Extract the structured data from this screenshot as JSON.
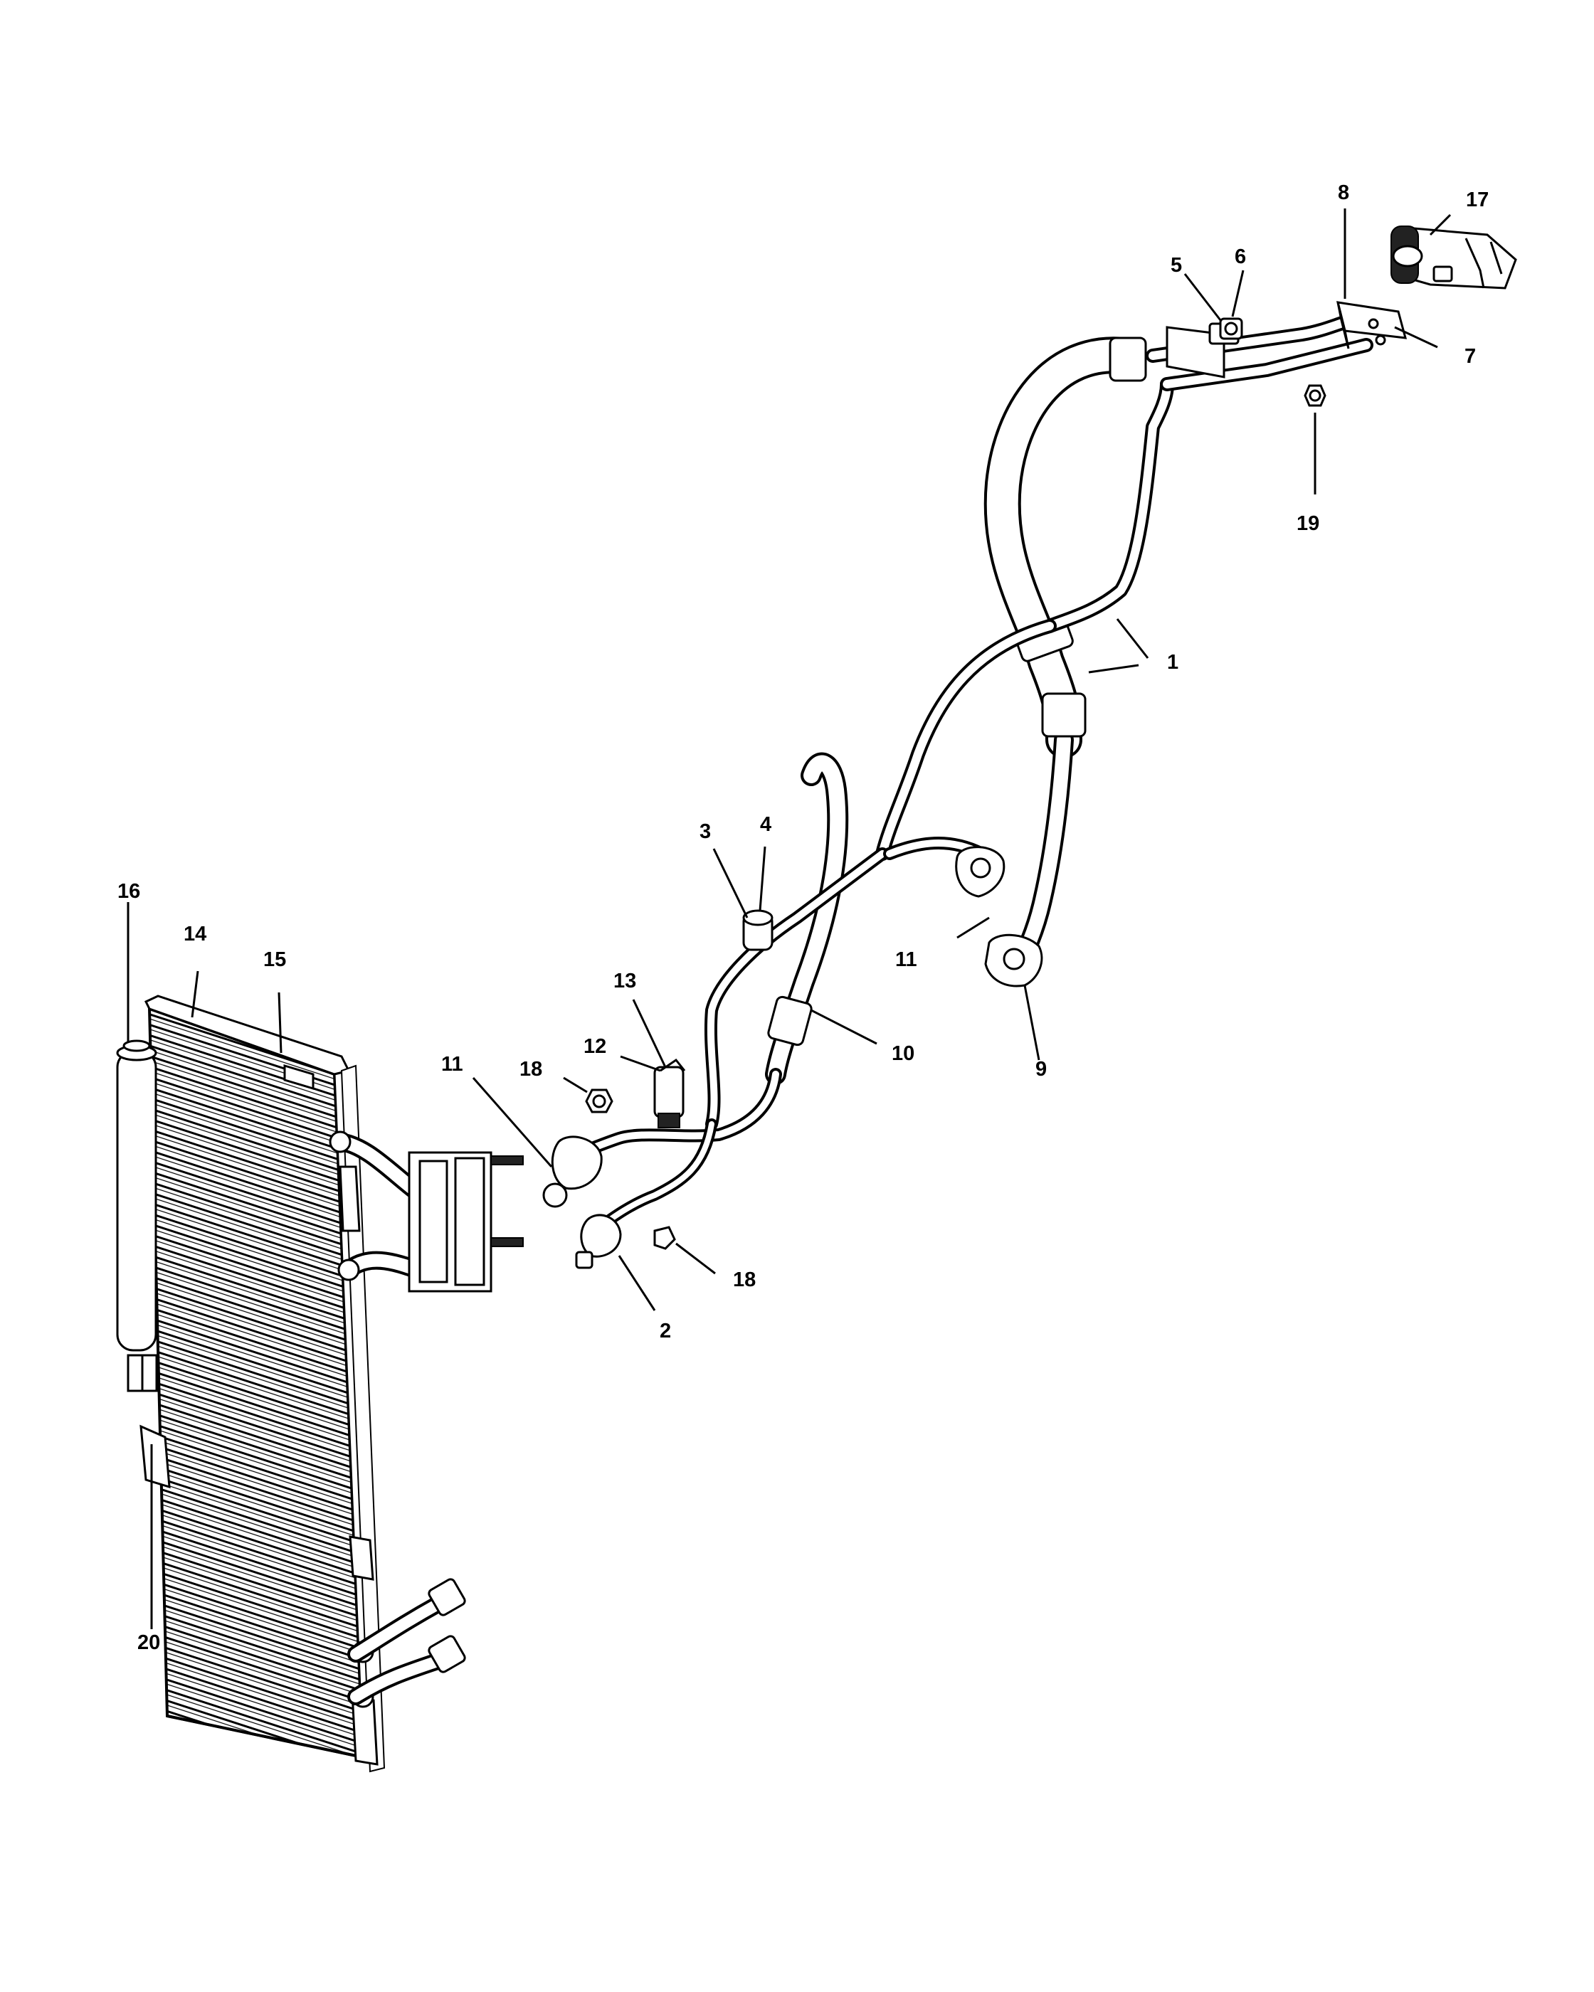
{
  "diagram": {
    "callouts": [
      "1",
      "2",
      "3",
      "4",
      "5",
      "6",
      "7",
      "8",
      "9",
      "10",
      "11",
      "11",
      "12",
      "13",
      "14",
      "15",
      "16",
      "17",
      "18",
      "18",
      "19",
      "20"
    ]
  }
}
